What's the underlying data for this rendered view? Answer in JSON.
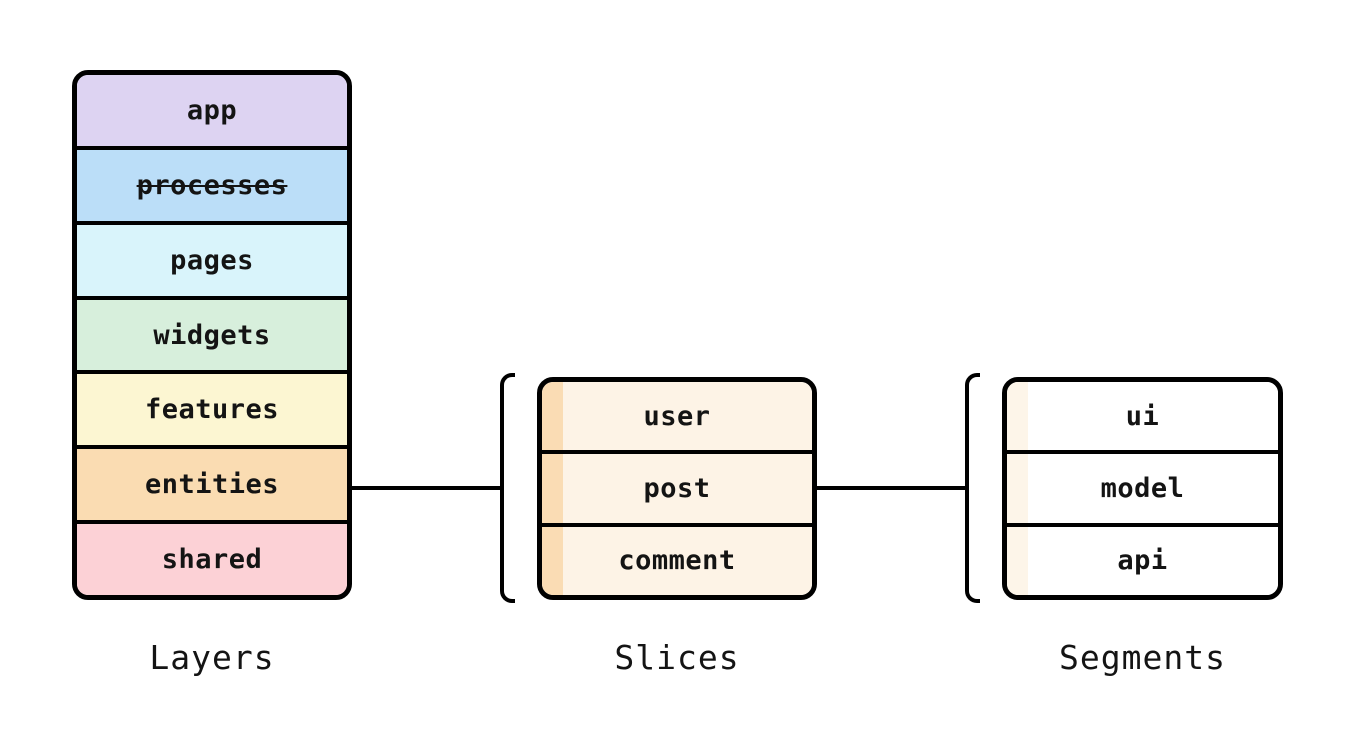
{
  "canvas": {
    "background": "#ffffff",
    "line_color": "#000000",
    "text_color": "#141414"
  },
  "layers": {
    "caption": "Layers",
    "items": [
      {
        "label": "app",
        "color": "#DDD3F2",
        "deprecated": false
      },
      {
        "label": "processes",
        "color": "#BBDEF8",
        "deprecated": true
      },
      {
        "label": "pages",
        "color": "#D9F4FB",
        "deprecated": false
      },
      {
        "label": "widgets",
        "color": "#D7EFDC",
        "deprecated": false
      },
      {
        "label": "features",
        "color": "#FCF6D2",
        "deprecated": false
      },
      {
        "label": "entities",
        "color": "#FADCB2",
        "deprecated": false
      },
      {
        "label": "shared",
        "color": "#FCD1D6",
        "deprecated": false
      }
    ]
  },
  "slices": {
    "caption": "Slices",
    "row_bg": "#FDF3E6",
    "stripe_color": "#FADCB4",
    "items": [
      {
        "label": "user"
      },
      {
        "label": "post"
      },
      {
        "label": "comment"
      }
    ]
  },
  "segments": {
    "caption": "Segments",
    "row_bg": "#FFFFFF",
    "stripe_color": "#FDF5E9",
    "items": [
      {
        "label": "ui"
      },
      {
        "label": "model"
      },
      {
        "label": "api"
      }
    ]
  }
}
